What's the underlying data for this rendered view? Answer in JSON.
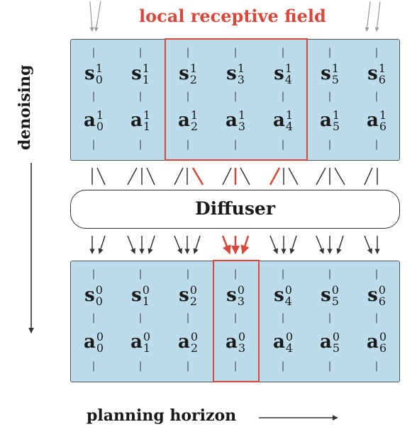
{
  "labels": {
    "receptive_field": "local receptive field",
    "diffuser": "Diffuser",
    "denoising": "denoising",
    "planning_horizon": "planning horizon"
  },
  "top_row": {
    "states": [
      {
        "symbol": "s",
        "sup": "1",
        "sub": "0"
      },
      {
        "symbol": "s",
        "sup": "1",
        "sub": "1"
      },
      {
        "symbol": "s",
        "sup": "1",
        "sub": "2"
      },
      {
        "symbol": "s",
        "sup": "1",
        "sub": "3"
      },
      {
        "symbol": "s",
        "sup": "1",
        "sub": "4"
      },
      {
        "symbol": "s",
        "sup": "1",
        "sub": "5"
      },
      {
        "symbol": "s",
        "sup": "1",
        "sub": "6"
      }
    ],
    "actions": [
      {
        "symbol": "a",
        "sup": "1",
        "sub": "0"
      },
      {
        "symbol": "a",
        "sup": "1",
        "sub": "1"
      },
      {
        "symbol": "a",
        "sup": "1",
        "sub": "2"
      },
      {
        "symbol": "a",
        "sup": "1",
        "sub": "3"
      },
      {
        "symbol": "a",
        "sup": "1",
        "sub": "4"
      },
      {
        "symbol": "a",
        "sup": "1",
        "sub": "5"
      },
      {
        "symbol": "a",
        "sup": "1",
        "sub": "6"
      }
    ]
  },
  "bottom_row": {
    "states": [
      {
        "symbol": "s",
        "sup": "0",
        "sub": "0"
      },
      {
        "symbol": "s",
        "sup": "0",
        "sub": "1"
      },
      {
        "symbol": "s",
        "sup": "0",
        "sub": "2"
      },
      {
        "symbol": "s",
        "sup": "0",
        "sub": "3"
      },
      {
        "symbol": "s",
        "sup": "0",
        "sub": "4"
      },
      {
        "symbol": "s",
        "sup": "0",
        "sub": "5"
      },
      {
        "symbol": "s",
        "sup": "0",
        "sub": "6"
      }
    ],
    "actions": [
      {
        "symbol": "a",
        "sup": "0",
        "sub": "0"
      },
      {
        "symbol": "a",
        "sup": "0",
        "sub": "1"
      },
      {
        "symbol": "a",
        "sup": "0",
        "sub": "2"
      },
      {
        "symbol": "a",
        "sup": "0",
        "sub": "3"
      },
      {
        "symbol": "a",
        "sup": "0",
        "sub": "4"
      },
      {
        "symbol": "a",
        "sup": "0",
        "sub": "5"
      },
      {
        "symbol": "a",
        "sup": "0",
        "sub": "6"
      }
    ]
  },
  "colors": {
    "highlight": "#d9473a",
    "panel_fill": "#bcdcec",
    "text": "#1a1a1a"
  }
}
